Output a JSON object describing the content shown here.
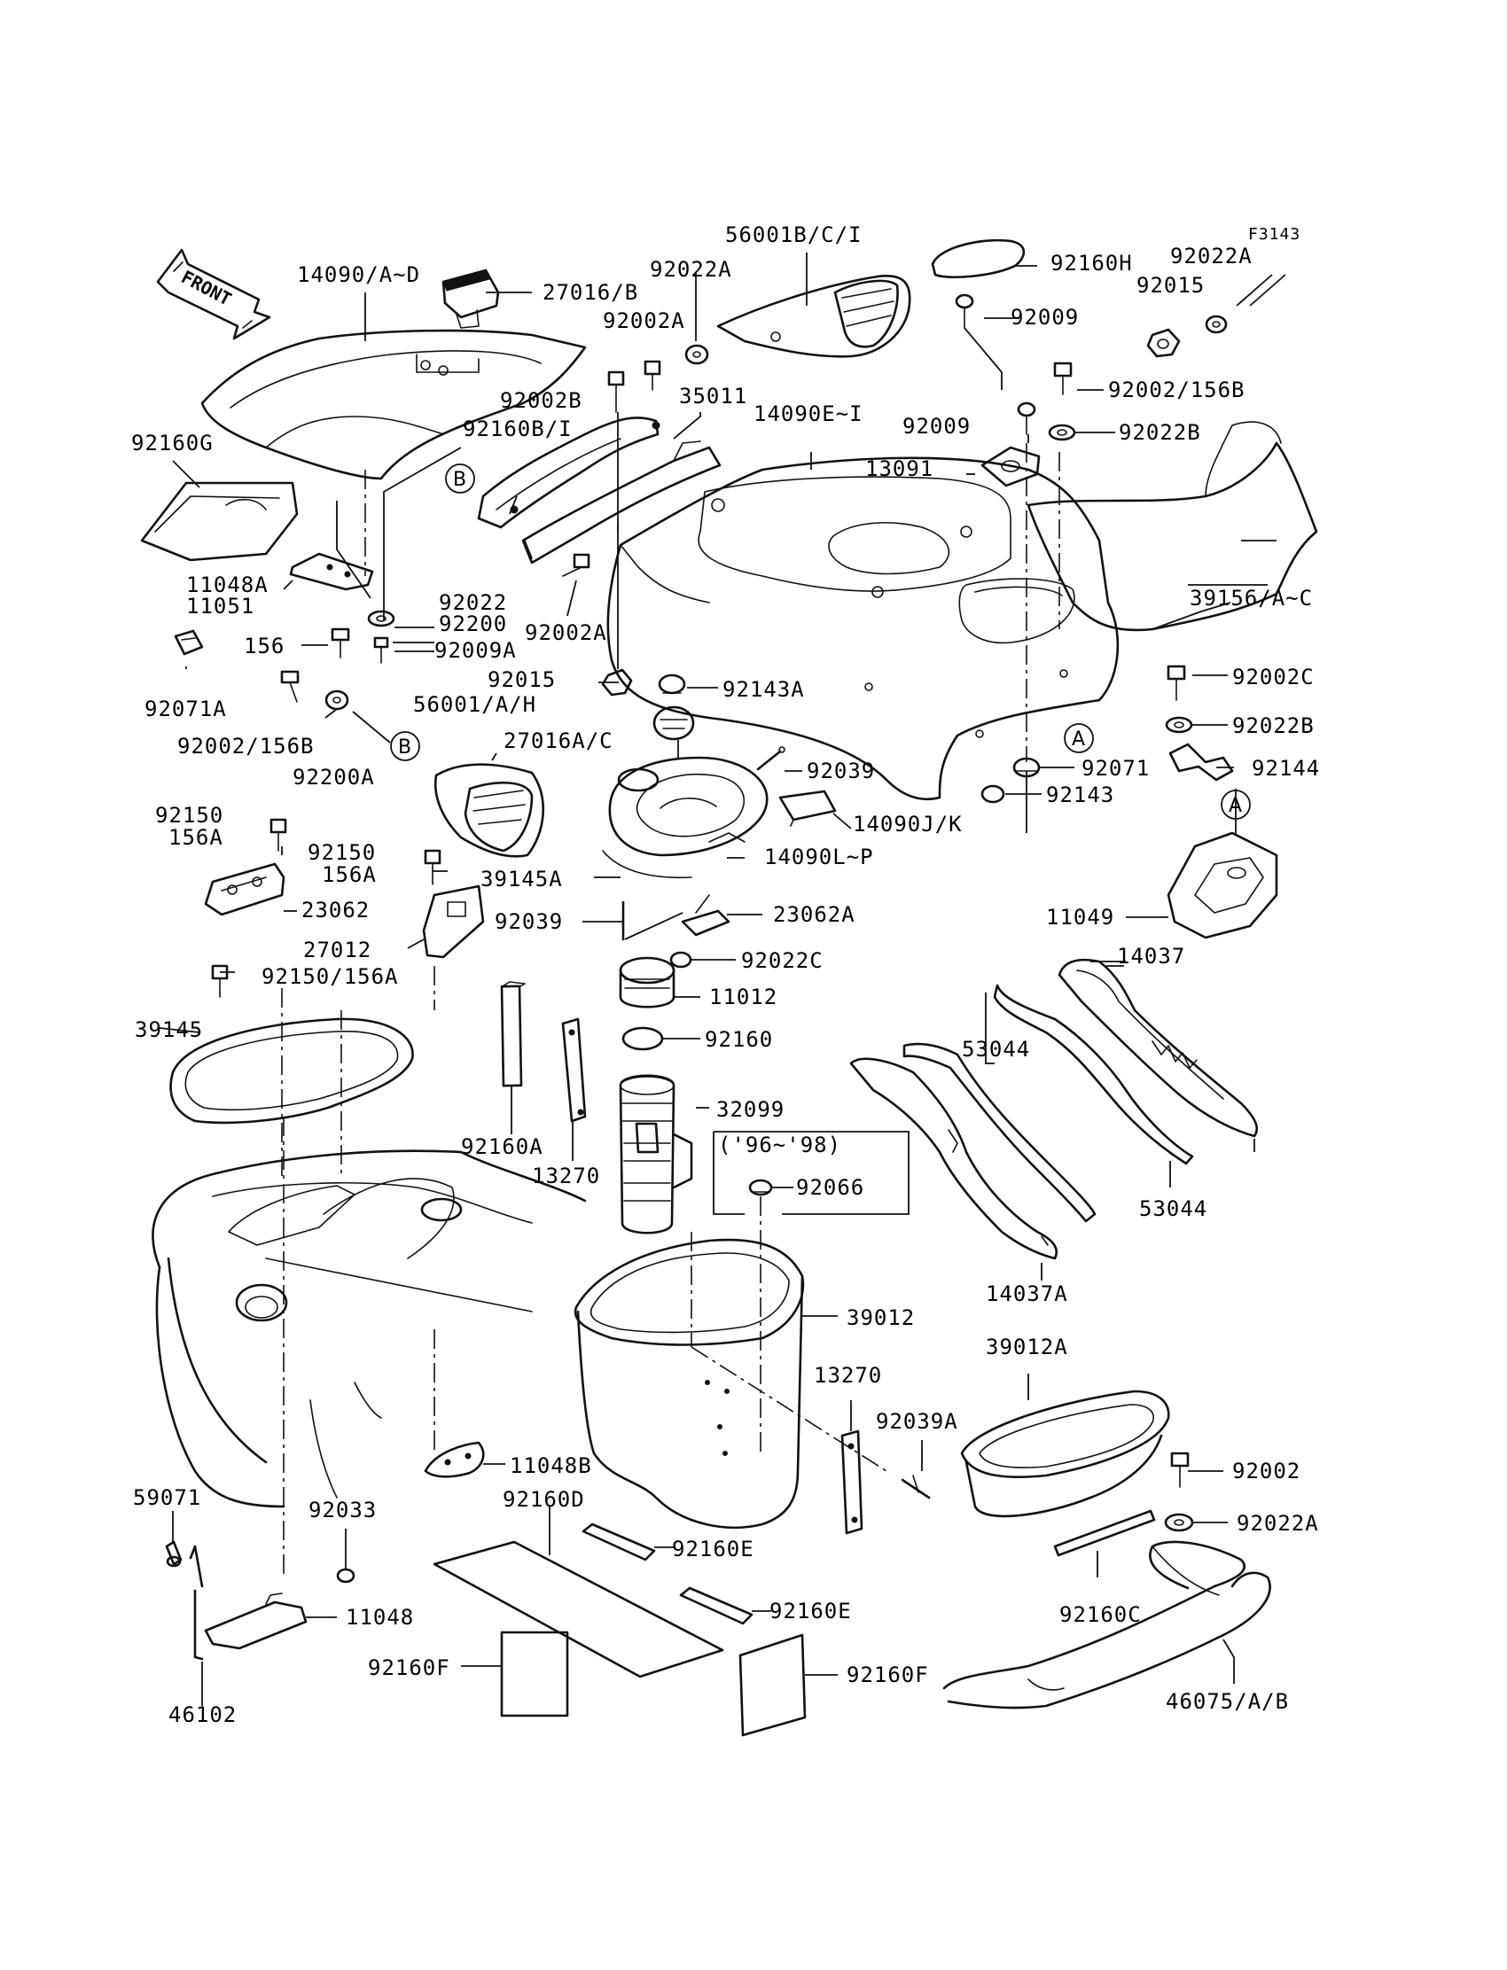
{
  "diagram_code": "F3143",
  "front_arrow": {
    "text": "FRONT",
    "icon": "front-direction-arrow-icon"
  },
  "callout_markers": {
    "a": "A",
    "b": "B"
  },
  "year_note": "('96~'98)",
  "labels": [
    {
      "id": "p14090ad",
      "text": "14090/A~D"
    },
    {
      "id": "p27016b",
      "text": "27016/B"
    },
    {
      "id": "p92022a_1",
      "text": "92022A"
    },
    {
      "id": "p56001bci",
      "text": "56001B/C/I"
    },
    {
      "id": "p92160h",
      "text": "92160H"
    },
    {
      "id": "p92022a_2",
      "text": "92022A"
    },
    {
      "id": "p92015_1",
      "text": "92015"
    },
    {
      "id": "p92002a_1",
      "text": "92002A"
    },
    {
      "id": "p92009_1",
      "text": "92009"
    },
    {
      "id": "p92002_156b_1",
      "text": "92002/156B"
    },
    {
      "id": "p92002b",
      "text": "92002B"
    },
    {
      "id": "p35011",
      "text": "35011"
    },
    {
      "id": "p14090ei",
      "text": "14090E~I"
    },
    {
      "id": "p92160bi",
      "text": "92160B/I"
    },
    {
      "id": "p92009_2",
      "text": "92009"
    },
    {
      "id": "p92022b_1",
      "text": "92022B"
    },
    {
      "id": "p92160g",
      "text": "92160G"
    },
    {
      "id": "p13091",
      "text": "13091"
    },
    {
      "id": "p11048a",
      "text": "11048A"
    },
    {
      "id": "p11051",
      "text": "11051"
    },
    {
      "id": "p92022",
      "text": "92022"
    },
    {
      "id": "p92200",
      "text": "92200"
    },
    {
      "id": "p92002a_2",
      "text": "92002A"
    },
    {
      "id": "p39156ac",
      "text": "39156/A~C"
    },
    {
      "id": "p156_1",
      "text": "156"
    },
    {
      "id": "p92009a",
      "text": "92009A"
    },
    {
      "id": "p92071a",
      "text": "92071A"
    },
    {
      "id": "p92015_2",
      "text": "92015"
    },
    {
      "id": "p92143a",
      "text": "92143A"
    },
    {
      "id": "p92002c",
      "text": "92002C"
    },
    {
      "id": "p92002_156b_2",
      "text": "92002/156B"
    },
    {
      "id": "p56001ah",
      "text": "56001/A/H"
    },
    {
      "id": "p92200a",
      "text": "92200A"
    },
    {
      "id": "p27016ac",
      "text": "27016A/C"
    },
    {
      "id": "p92022b_2",
      "text": "92022B"
    },
    {
      "id": "p92039_1",
      "text": "92039"
    },
    {
      "id": "p92071",
      "text": "92071"
    },
    {
      "id": "p92144",
      "text": "92144"
    },
    {
      "id": "p92143",
      "text": "92143"
    },
    {
      "id": "p92150_1",
      "text": "92150"
    },
    {
      "id": "p156a_1",
      "text": "156A"
    },
    {
      "id": "p14090jk",
      "text": "14090J/K"
    },
    {
      "id": "p92150_2",
      "text": "92150"
    },
    {
      "id": "p156a_2",
      "text": "156A"
    },
    {
      "id": "p39145a",
      "text": "39145A"
    },
    {
      "id": "p14090lp",
      "text": "14090L~P"
    },
    {
      "id": "p23062",
      "text": "23062"
    },
    {
      "id": "p92039_2",
      "text": "92039"
    },
    {
      "id": "p23062a",
      "text": "23062A"
    },
    {
      "id": "p11049",
      "text": "11049"
    },
    {
      "id": "p27012",
      "text": "27012"
    },
    {
      "id": "p92022c",
      "text": "92022C"
    },
    {
      "id": "p92150_156a",
      "text": "92150/156A"
    },
    {
      "id": "p14037",
      "text": "14037"
    },
    {
      "id": "p11012",
      "text": "11012"
    },
    {
      "id": "p39145",
      "text": "39145"
    },
    {
      "id": "p92160",
      "text": "92160"
    },
    {
      "id": "p53044_1",
      "text": "53044"
    },
    {
      "id": "p32099",
      "text": "32099"
    },
    {
      "id": "p92160a",
      "text": "92160A"
    },
    {
      "id": "p92066",
      "text": "92066"
    },
    {
      "id": "p13270_1",
      "text": "13270"
    },
    {
      "id": "p53044_2",
      "text": "53044"
    },
    {
      "id": "p14037a",
      "text": "14037A"
    },
    {
      "id": "p39012",
      "text": "39012"
    },
    {
      "id": "p39012a",
      "text": "39012A"
    },
    {
      "id": "p13270_2",
      "text": "13270"
    },
    {
      "id": "p92039a",
      "text": "92039A"
    },
    {
      "id": "p11048b",
      "text": "11048B"
    },
    {
      "id": "p92002",
      "text": "92002"
    },
    {
      "id": "p59071",
      "text": "59071"
    },
    {
      "id": "p92033",
      "text": "92033"
    },
    {
      "id": "p92160d",
      "text": "92160D"
    },
    {
      "id": "p92022a_3",
      "text": "92022A"
    },
    {
      "id": "p92160e_1",
      "text": "92160E"
    },
    {
      "id": "p11048",
      "text": "11048"
    },
    {
      "id": "p92160c",
      "text": "92160C"
    },
    {
      "id": "p92160e_2",
      "text": "92160E"
    },
    {
      "id": "p92160f_1",
      "text": "92160F"
    },
    {
      "id": "p92160f_2",
      "text": "92160F"
    },
    {
      "id": "p46102",
      "text": "46102"
    },
    {
      "id": "p46075ab",
      "text": "46075/A/B"
    }
  ]
}
